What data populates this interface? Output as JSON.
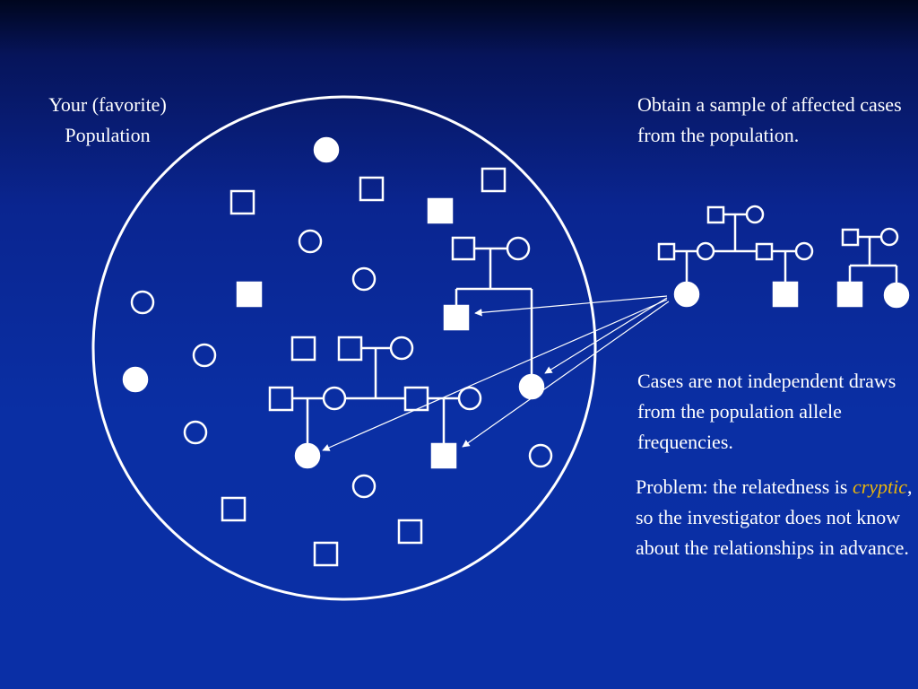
{
  "population_label": {
    "line1": "Your (favorite)",
    "line2": "Population"
  },
  "obtain_text": "Obtain a sample of affected cases from the population.",
  "cases_text": "Cases are not independent draws from the population allele frequencies.",
  "problem_text": {
    "before": "Problem: the relatedness is ",
    "emphasis": "cryptic",
    "after": ", so the investigator does not know about the relationships in advance."
  },
  "colors": {
    "background": "#0a2fa4",
    "foreground": "#ffffff",
    "emphasis": "#e8b40c"
  }
}
